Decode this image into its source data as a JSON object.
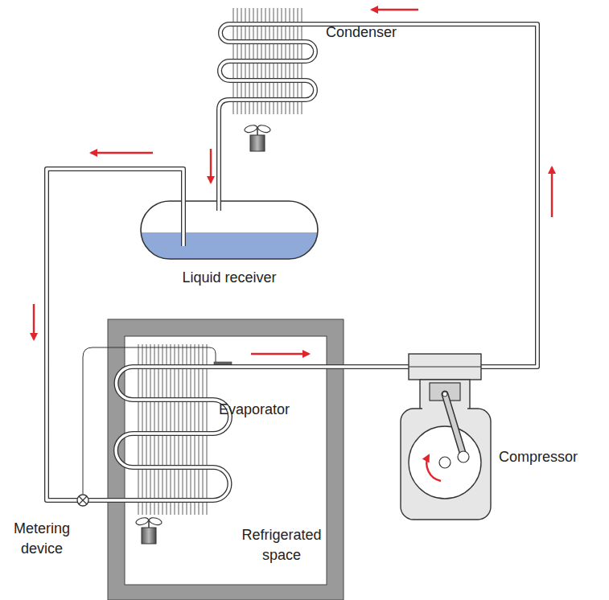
{
  "diagram": {
    "nodes": [
      {
        "text": [
          "Refrigerated space"
        ]
      }
    ],
    "labels": [
      "Condenser",
      "Liquid receiver",
      "Evaporator",
      "Metering device",
      "Compressor"
    ]
  }
}
